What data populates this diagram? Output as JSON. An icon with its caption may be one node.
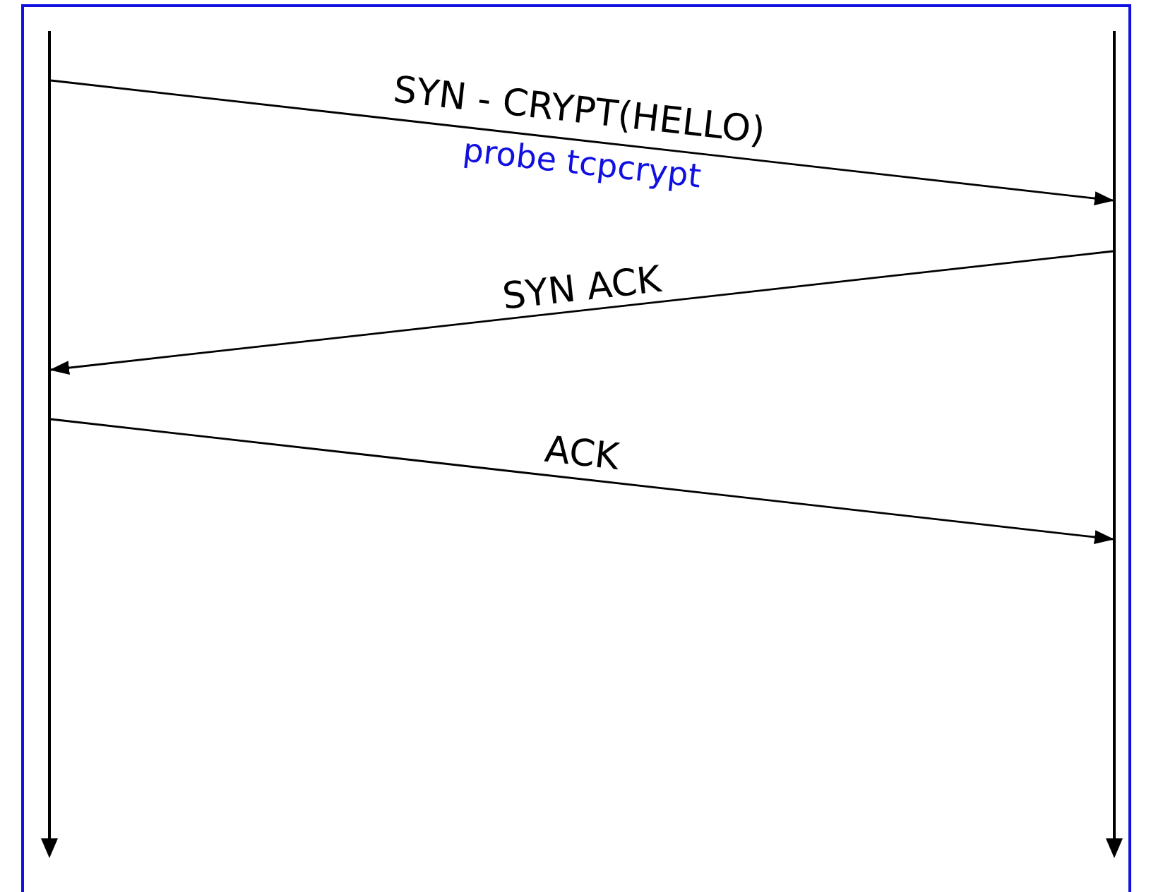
{
  "diagram": {
    "nodes": [
      {
        "text": [],
        "shape": "bar"
      },
      {
        "text": [],
        "shape": "bar"
      }
    ],
    "edges": [
      {
        "from": 0,
        "to": 1,
        "arrow": "to",
        "label": "SYN - CRYPT(HELLO)"
      },
      {
        "from": 1,
        "to": 0,
        "arrow": "to",
        "label": "SYN ACK"
      },
      {
        "from": 0,
        "to": 1,
        "arrow": "to",
        "label": "ACK"
      }
    ],
    "labels": [
      "probe tcpcrypt"
    ]
  }
}
